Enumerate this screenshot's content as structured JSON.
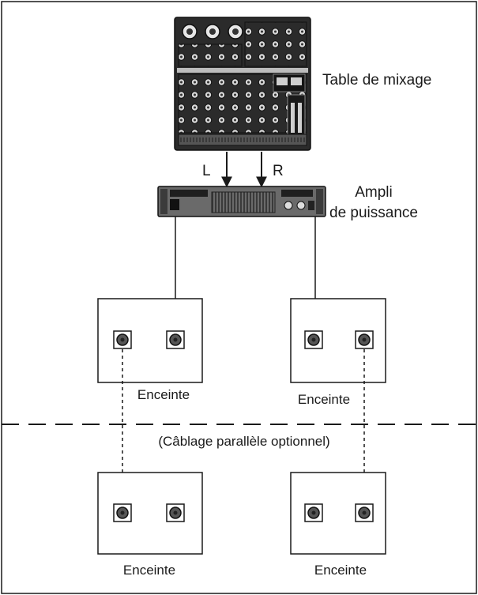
{
  "labels": {
    "mixer": "Table de mixage",
    "amp_line1": "Ampli",
    "amp_line2": "de puissance",
    "channel_left": "L",
    "channel_right": "R",
    "optional_note": "(Câblage parallèle optionnel)"
  },
  "speakers": [
    {
      "label": "Enceinte"
    },
    {
      "label": "Enceinte"
    },
    {
      "label": "Enceinte"
    },
    {
      "label": "Enceinte"
    }
  ],
  "colors": {
    "line": "#1a1a1a",
    "mixer_body": "#2b2b2b",
    "amp_body": "#6a6a6a"
  }
}
